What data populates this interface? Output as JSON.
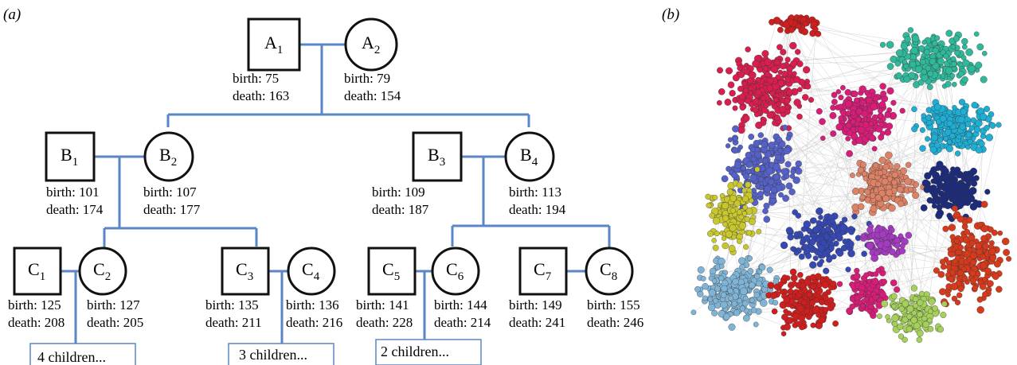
{
  "panel_a": {
    "label": "(a)",
    "persons": [
      {
        "id": "A1",
        "letter": "A",
        "index": "1",
        "shape": "square",
        "birth_text": "birth: 75",
        "death_text": "death: 163"
      },
      {
        "id": "A2",
        "letter": "A",
        "index": "2",
        "shape": "circle",
        "birth_text": "birth: 79",
        "death_text": "death: 154"
      },
      {
        "id": "B1",
        "letter": "B",
        "index": "1",
        "shape": "square",
        "birth_text": "birth: 101",
        "death_text": "death: 174"
      },
      {
        "id": "B2",
        "letter": "B",
        "index": "2",
        "shape": "circle",
        "birth_text": "birth: 107",
        "death_text": "death: 177"
      },
      {
        "id": "B3",
        "letter": "B",
        "index": "3",
        "shape": "square",
        "birth_text": "birth: 109",
        "death_text": "death: 187"
      },
      {
        "id": "B4",
        "letter": "B",
        "index": "4",
        "shape": "circle",
        "birth_text": "birth: 113",
        "death_text": "death: 194"
      },
      {
        "id": "C1",
        "letter": "C",
        "index": "1",
        "shape": "square",
        "birth_text": "birth: 125",
        "death_text": "death: 208"
      },
      {
        "id": "C2",
        "letter": "C",
        "index": "2",
        "shape": "circle",
        "birth_text": "birth: 127",
        "death_text": "death: 205"
      },
      {
        "id": "C3",
        "letter": "C",
        "index": "3",
        "shape": "square",
        "birth_text": "birth: 135",
        "death_text": "death: 211"
      },
      {
        "id": "C4",
        "letter": "C",
        "index": "4",
        "shape": "circle",
        "birth_text": "birth: 136",
        "death_text": "death: 216"
      },
      {
        "id": "C5",
        "letter": "C",
        "index": "5",
        "shape": "square",
        "birth_text": "birth: 141",
        "death_text": "death: 228"
      },
      {
        "id": "C6",
        "letter": "C",
        "index": "6",
        "shape": "circle",
        "birth_text": "birth: 144",
        "death_text": "death: 214"
      },
      {
        "id": "C7",
        "letter": "C",
        "index": "7",
        "shape": "square",
        "birth_text": "birth: 149",
        "death_text": "death: 241"
      },
      {
        "id": "C8",
        "letter": "C",
        "index": "8",
        "shape": "circle",
        "birth_text": "birth: 155",
        "death_text": "death: 246"
      }
    ],
    "children_notes": {
      "c1_c2": "4 children...",
      "c3_c4": "3 children...",
      "c5_c6": "2 children..."
    },
    "line_color": "#5b86c5"
  },
  "panel_b": {
    "label": "(b)",
    "clusters": [
      {
        "name": "crimson",
        "color": "#d81e4e"
      },
      {
        "name": "teal",
        "color": "#2fb89a"
      },
      {
        "name": "cyan",
        "color": "#1eaed4"
      },
      {
        "name": "slate-blue",
        "color": "#5561c6"
      },
      {
        "name": "salmon",
        "color": "#dd8266"
      },
      {
        "name": "navy",
        "color": "#1c2b7c"
      },
      {
        "name": "olive-yellow",
        "color": "#c9c72e"
      },
      {
        "name": "magenta",
        "color": "#d81d78"
      },
      {
        "name": "purple",
        "color": "#a53bc0"
      },
      {
        "name": "red-orange",
        "color": "#d63a1c"
      },
      {
        "name": "light-blue",
        "color": "#7fb4d6"
      },
      {
        "name": "light-green",
        "color": "#a6d05c"
      },
      {
        "name": "red",
        "color": "#cf1e1e"
      },
      {
        "name": "royal-blue",
        "color": "#3648b4"
      }
    ]
  }
}
